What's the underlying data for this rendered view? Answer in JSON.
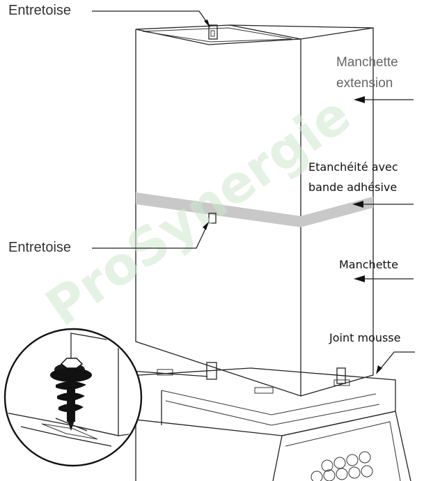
{
  "labels": {
    "entretoise_top": "Entretoise",
    "entretoise_mid": "Entretoise",
    "manchette_extension_line1": "Manchette",
    "manchette_extension_line2": "extension",
    "etancheite_line1": "Etanchéité avec",
    "etancheite_line2": "bande adhésive",
    "manchette": "Manchette",
    "joint_mousse": "Joint mousse"
  },
  "watermark": "ProSynergie",
  "colors": {
    "line": "#222222",
    "band": "#c8c8c8",
    "watermark": "#cfe8cf"
  }
}
